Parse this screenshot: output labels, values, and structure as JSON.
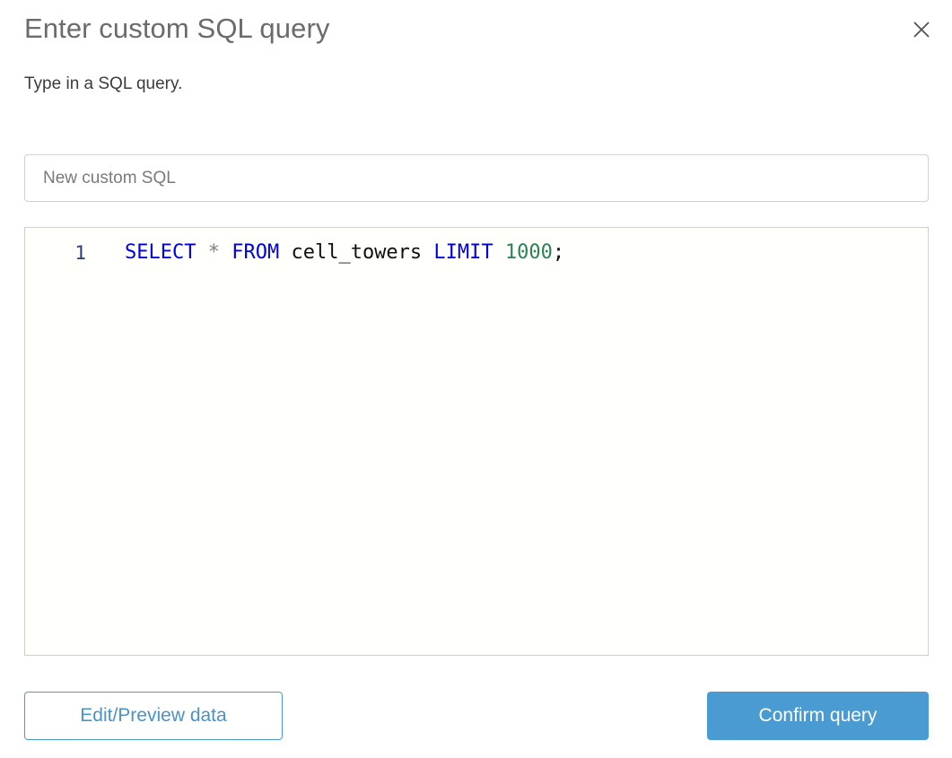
{
  "dialog": {
    "title": "Enter custom SQL query",
    "subtitle": "Type in a SQL query.",
    "close_icon": "close-icon"
  },
  "name_field": {
    "value": "",
    "placeholder": "New custom SQL"
  },
  "editor": {
    "gutter": {
      "line_numbers": [
        "1"
      ]
    },
    "lines": [
      {
        "number": "1",
        "tokens": [
          {
            "text": "SELECT",
            "type": "keyword"
          },
          {
            "text": " ",
            "type": "plain"
          },
          {
            "text": "*",
            "type": "operator"
          },
          {
            "text": " ",
            "type": "plain"
          },
          {
            "text": "FROM",
            "type": "keyword"
          },
          {
            "text": " ",
            "type": "plain"
          },
          {
            "text": "cell_towers",
            "type": "identifier"
          },
          {
            "text": " ",
            "type": "plain"
          },
          {
            "text": "LIMIT",
            "type": "keyword"
          },
          {
            "text": " ",
            "type": "plain"
          },
          {
            "text": "1000",
            "type": "number"
          },
          {
            "text": ";",
            "type": "punctuation"
          }
        ],
        "plain_text": "SELECT * FROM cell_towers LIMIT 1000;"
      }
    ],
    "token_parts": {
      "select": "SELECT",
      "star": "*",
      "from": "FROM",
      "table": "cell_towers",
      "limit": "LIMIT",
      "count": "1000",
      "semicolon": ";",
      "space": " "
    }
  },
  "footer": {
    "secondary_label": "Edit/Preview data",
    "primary_label": "Confirm query"
  },
  "colors": {
    "accent_blue": "#4a9bd1",
    "keyword_blue": "#0000e8",
    "number_green": "#2a8356",
    "gutter_navy": "#2a3c73",
    "title_grey": "#6b6b6b",
    "border_grey": "#d0d0d0",
    "editor_bg": "#fffffb"
  }
}
